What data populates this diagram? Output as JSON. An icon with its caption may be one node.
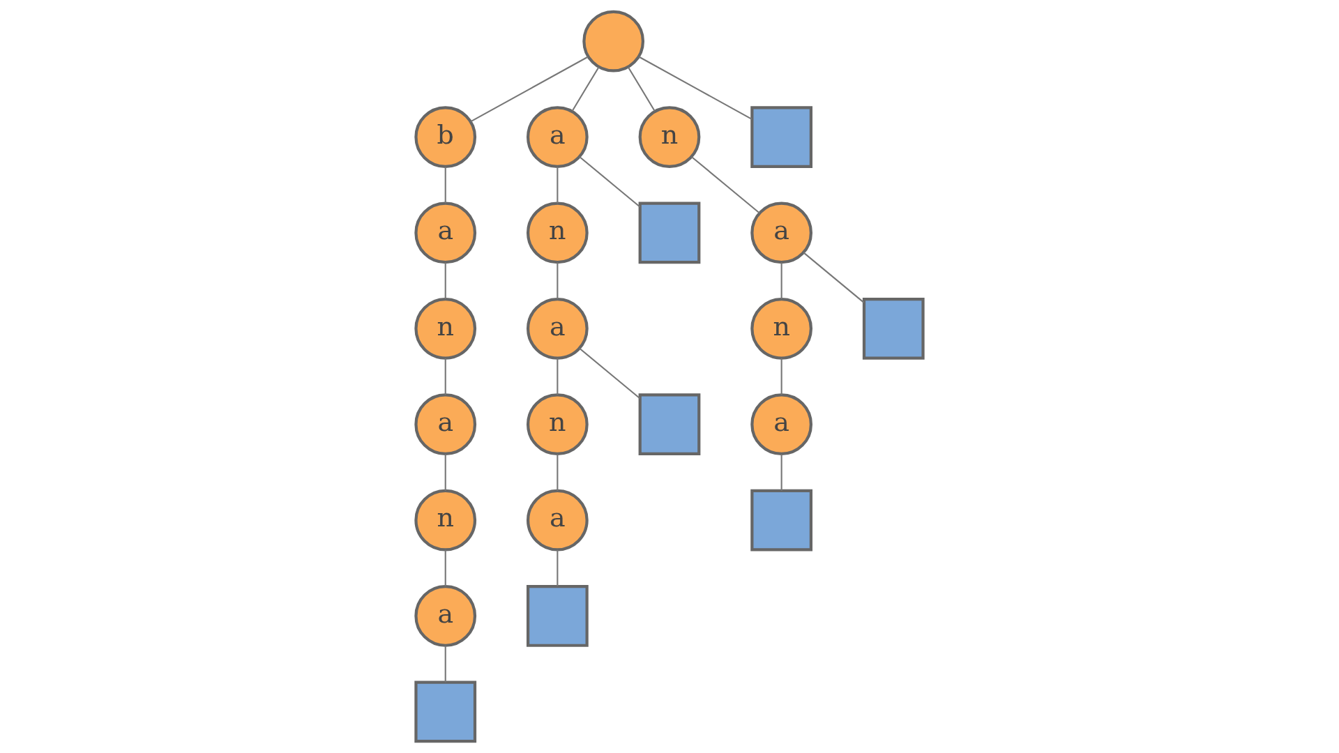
{
  "diagram": {
    "nodes": [
      {
        "text": [],
        "shape": "circle"
      },
      {
        "text": [
          "b"
        ]
      },
      {
        "text": [
          "a"
        ]
      },
      {
        "text": [
          "n"
        ]
      },
      {
        "text": [],
        "shape": "box"
      },
      {
        "text": [
          "a"
        ]
      },
      {
        "text": [
          "n"
        ]
      },
      {
        "text": [],
        "shape": "box"
      },
      {
        "text": [
          "a"
        ]
      },
      {
        "text": [
          "n"
        ]
      },
      {
        "text": [
          "a"
        ]
      },
      {
        "text": [
          "n"
        ]
      },
      {
        "text": [],
        "shape": "box"
      },
      {
        "text": [
          "a"
        ]
      },
      {
        "text": [
          "n"
        ]
      },
      {
        "text": [],
        "shape": "box"
      },
      {
        "text": [
          "a"
        ]
      },
      {
        "text": [
          "n"
        ]
      },
      {
        "text": [
          "a"
        ]
      },
      {
        "text": [],
        "shape": "box"
      },
      {
        "text": [
          "a"
        ]
      },
      {
        "text": [],
        "shape": "box"
      },
      {
        "text": [],
        "shape": "box"
      }
    ],
    "edges": [
      {
        "from": 0,
        "to": 1,
        "arrow": "none"
      },
      {
        "from": 0,
        "to": 2,
        "arrow": "none"
      },
      {
        "from": 0,
        "to": 3,
        "arrow": "none"
      },
      {
        "from": 0,
        "to": 4,
        "arrow": "none"
      },
      {
        "from": 1,
        "to": 5,
        "arrow": "none"
      },
      {
        "from": 2,
        "to": 6,
        "arrow": "none"
      },
      {
        "from": 2,
        "to": 7,
        "arrow": "none"
      },
      {
        "from": 3,
        "to": 8,
        "arrow": "none"
      },
      {
        "from": 5,
        "to": 9,
        "arrow": "none"
      },
      {
        "from": 6,
        "to": 10,
        "arrow": "none"
      },
      {
        "from": 8,
        "to": 11,
        "arrow": "none"
      },
      {
        "from": 8,
        "to": 12,
        "arrow": "none"
      },
      {
        "from": 9,
        "to": 13,
        "arrow": "none"
      },
      {
        "from": 10,
        "to": 14,
        "arrow": "none"
      },
      {
        "from": 10,
        "to": 15,
        "arrow": "none"
      },
      {
        "from": 11,
        "to": 16,
        "arrow": "none"
      },
      {
        "from": 13,
        "to": 17,
        "arrow": "none"
      },
      {
        "from": 14,
        "to": 18,
        "arrow": "none"
      },
      {
        "from": 16,
        "to": 19,
        "arrow": "none"
      },
      {
        "from": 17,
        "to": 20,
        "arrow": "none"
      },
      {
        "from": 18,
        "to": 21,
        "arrow": "none"
      },
      {
        "from": 20,
        "to": 22,
        "arrow": "none"
      }
    ]
  }
}
